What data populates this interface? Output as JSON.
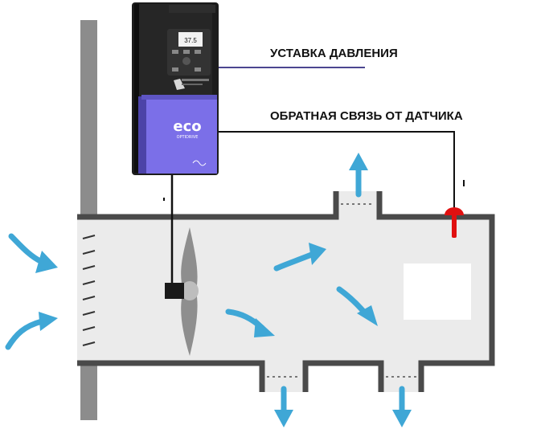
{
  "labels": {
    "setpoint": "УСТАВКА ДАВЛЕНИЯ",
    "feedback": "ОБРАТНАЯ СВЯЗЬ ОТ ДАТЧИКА"
  },
  "drive": {
    "display_value": "37.5",
    "brand_logo": "eco",
    "brand_sub": "OPTIDRIVE"
  },
  "colors": {
    "duct_fill": "#ebebeb",
    "duct_wall": "#4a4a4a",
    "airflow_arrow": "#3fa7d6",
    "drive_body": "#1f1f1f",
    "drive_panel": "#7b6fe8",
    "sensor": "#e01010",
    "setpoint_wire": "#4b4690",
    "feedback_wire": "#111111"
  },
  "icons": [
    "fan-blade-icon",
    "motor-icon",
    "pressure-sensor-icon",
    "airflow-arrow-icon",
    "inlet-louver-icon"
  ]
}
